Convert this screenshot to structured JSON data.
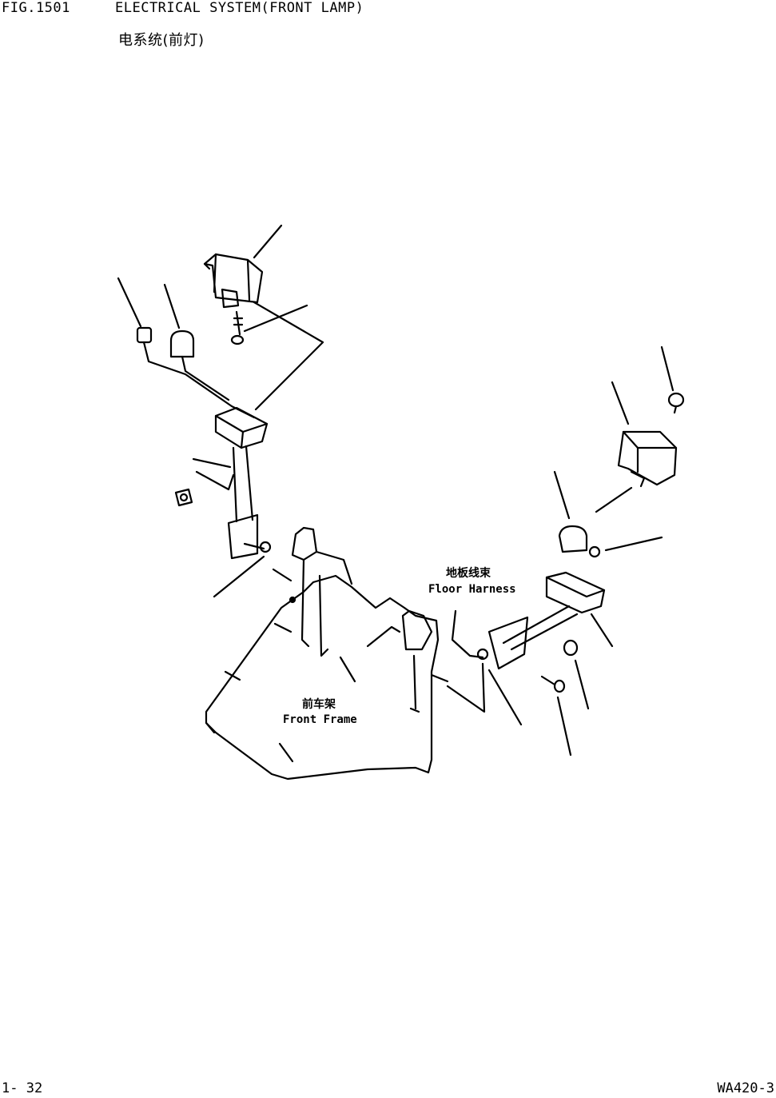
{
  "header": {
    "fig_no": "FIG.1501",
    "title": "ELECTRICAL SYSTEM(FRONT LAMP)",
    "title_cn": "电系统(前灯)"
  },
  "labels": {
    "floor_harness_cn": "地板线束",
    "floor_harness": "Floor Harness",
    "front_frame_cn": "前车架",
    "front_frame": "Front Frame"
  },
  "footer": {
    "page_no": "1- 32",
    "model": "WA420-3"
  }
}
